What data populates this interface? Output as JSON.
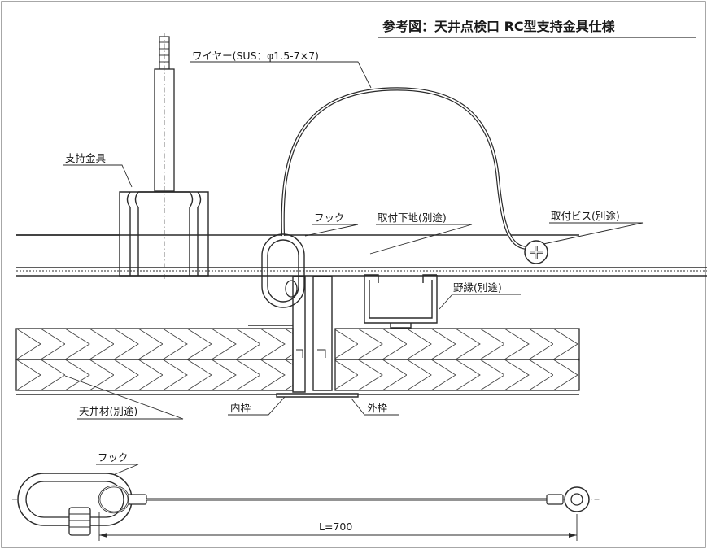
{
  "title": "参考図：天井点検口 RC型支持金具仕様",
  "labels": {
    "wire": "ワイヤー(SUS：φ1.5-7×7)",
    "bracket": "支持金具",
    "hook_top": "フック",
    "mount_base": "取付下地(別途)",
    "mount_screw": "取付ビス(別途)",
    "runner": "野縁(別途)",
    "ceiling": "天井材(別途)",
    "inner_frame": "内枠",
    "outer_frame": "外枠",
    "hook_bottom": "フック",
    "length": "L=700"
  }
}
